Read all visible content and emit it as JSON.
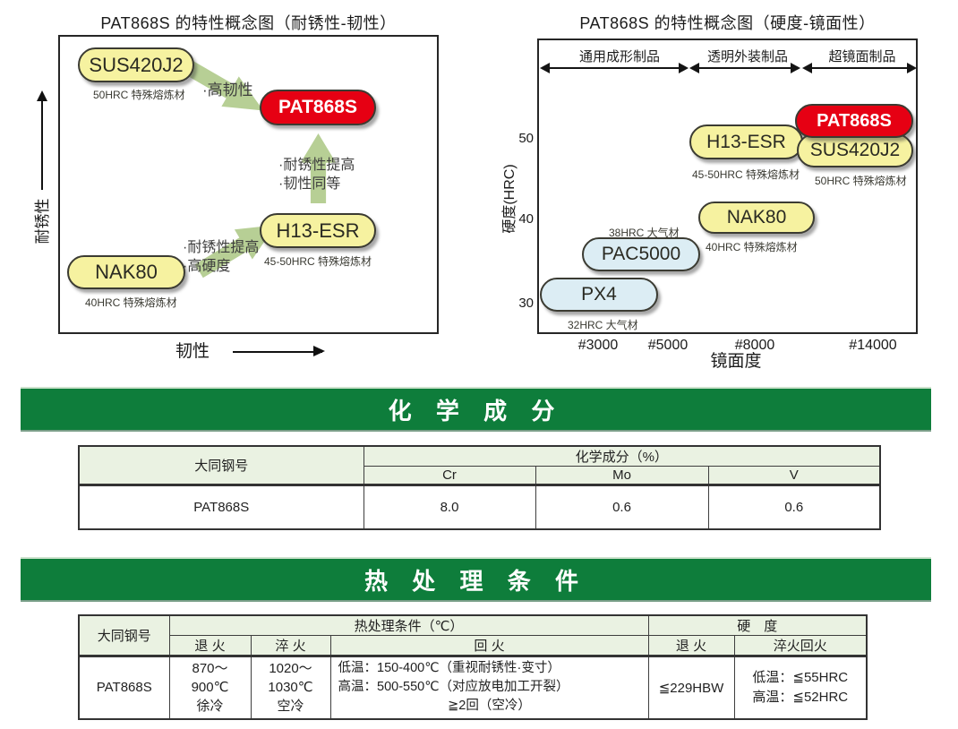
{
  "left_chart": {
    "title": "PAT868S 的特性概念图（耐锈性-韧性）",
    "y_axis_label": "耐锈性",
    "x_axis_label": "韧性",
    "nodes": {
      "sus420j2": {
        "label": "SUS420J2",
        "sub": "50HRC 特殊熔炼材"
      },
      "pat868s": {
        "label": "PAT868S"
      },
      "h13esr": {
        "label": "H13-ESR",
        "sub": "45-50HRC 特殊熔炼材"
      },
      "nak80": {
        "label": "NAK80",
        "sub": "40HRC 特殊熔炼材"
      }
    },
    "annotations": {
      "high_toughness": "·高韧性",
      "vs_h13": "·耐锈性提高\n·韧性同等",
      "vs_nak80": "·耐锈性提高\n·高硬度"
    }
  },
  "right_chart": {
    "title": "PAT868S 的特性概念图（硬度-镜面性）",
    "y_axis_label": "硬度(HRC)",
    "x_axis_label": "镜面度",
    "segments": [
      "通用成形制品",
      "透明外装制品",
      "超镜面制品"
    ],
    "y_ticks": [
      "50",
      "40",
      "30"
    ],
    "x_ticks": [
      "#3000",
      "#5000",
      "#8000",
      "#14000"
    ],
    "nodes": {
      "pat868s": {
        "label": "PAT868S"
      },
      "h13esr": {
        "label": "H13-ESR",
        "sub": "45-50HRC 特殊熔炼材"
      },
      "sus420j2": {
        "label": "SUS420J2",
        "sub": "50HRC 特殊熔炼材"
      },
      "nak80": {
        "label": "NAK80",
        "sub": "40HRC 特殊熔炼材"
      },
      "pac5000": {
        "label": "PAC5000",
        "sub": "38HRC 大气材"
      },
      "px4": {
        "label": "PX4",
        "sub": "32HRC 大气材"
      }
    }
  },
  "chemical_section": {
    "banner": "化 学 成 分",
    "table": {
      "steel_col": "大同钢号",
      "group": "化学成分（%）",
      "elements": [
        "Cr",
        "Mo",
        "V"
      ],
      "row": {
        "steel": "PAT868S",
        "values": [
          "8.0",
          "0.6",
          "0.6"
        ]
      }
    }
  },
  "heat_section": {
    "banner": "热 处 理 条 件",
    "table": {
      "steel_col": "大同钢号",
      "group_conditions": "热处理条件（℃）",
      "group_hardness": "硬　度",
      "sub_headers": [
        "退 火",
        "淬 火",
        "回 火",
        "退 火",
        "淬火回火"
      ],
      "row": {
        "steel": "PAT868S",
        "annealing": "870～\n900℃\n徐冷",
        "quenching": "1020～\n1030℃\n空冷",
        "tempering_l1": "低温：150-400℃（重视耐锈性·变寸）",
        "tempering_l2": "高温：500-550℃（对应放电加工开裂）",
        "tempering_l3": "≧2回（空冷）",
        "hardness_annealing": "≦229HBW",
        "hardness_quench_temper": "低温：≦55HRC\n高温：≦52HRC"
      }
    }
  },
  "colors": {
    "banner_green": "#0e7d3b",
    "node_yellow": "#f6f2a0",
    "node_red": "#e60013",
    "node_blue": "#dcedf4",
    "arrow_green": "#b7cf95",
    "table_header_bg": "#eaf2e2"
  },
  "chart_data": [
    {
      "type": "scatter",
      "title": "PAT868S 的特性概念图（耐锈性-韧性）",
      "xlabel": "韧性",
      "ylabel": "耐锈性",
      "points": [
        {
          "label": "SUS420J2",
          "note": "50HRC 特殊熔炼材",
          "toughness": "低",
          "rust_resistance": "高"
        },
        {
          "label": "PAT868S",
          "toughness": "高",
          "rust_resistance": "高"
        },
        {
          "label": "H13-ESR",
          "note": "45-50HRC 特殊熔炼材",
          "toughness": "高",
          "rust_resistance": "中"
        },
        {
          "label": "NAK80",
          "note": "40HRC 特殊熔炼材",
          "toughness": "低",
          "rust_resistance": "中低"
        }
      ],
      "arrows": [
        {
          "from": "SUS420J2",
          "to": "PAT868S",
          "text": "·高韧性"
        },
        {
          "from": "H13-ESR",
          "to": "PAT868S",
          "text": "·耐锈性提高 ·韧性同等"
        },
        {
          "from": "NAK80",
          "to": "H13-ESR",
          "text": "·耐锈性提高 ·高硬度"
        }
      ]
    },
    {
      "type": "scatter",
      "title": "PAT868S 的特性概念图（硬度-镜面性）",
      "xlabel": "镜面度",
      "ylabel": "硬度(HRC)",
      "x_ticks": [
        "#3000",
        "#5000",
        "#8000",
        "#14000"
      ],
      "y_ticks": [
        30,
        40,
        50
      ],
      "segments": [
        "通用成形制品",
        "透明外装制品",
        "超镜面制品"
      ],
      "points": [
        {
          "label": "PX4",
          "hrc": 32,
          "mirror": "#3000",
          "note": "32HRC 大气材"
        },
        {
          "label": "PAC5000",
          "hrc": 38,
          "mirror": "#3000-#5000",
          "note": "38HRC 大气材"
        },
        {
          "label": "NAK80",
          "hrc": 40,
          "mirror": "#8000",
          "note": "40HRC 特殊熔炼材"
        },
        {
          "label": "H13-ESR",
          "hrc": 48,
          "mirror": "#8000",
          "note": "45-50HRC 特殊熔炼材"
        },
        {
          "label": "SUS420J2",
          "hrc": 50,
          "mirror": "#14000",
          "note": "50HRC 特殊熔炼材"
        },
        {
          "label": "PAT868S",
          "hrc": 52,
          "mirror": "#14000"
        }
      ]
    }
  ]
}
